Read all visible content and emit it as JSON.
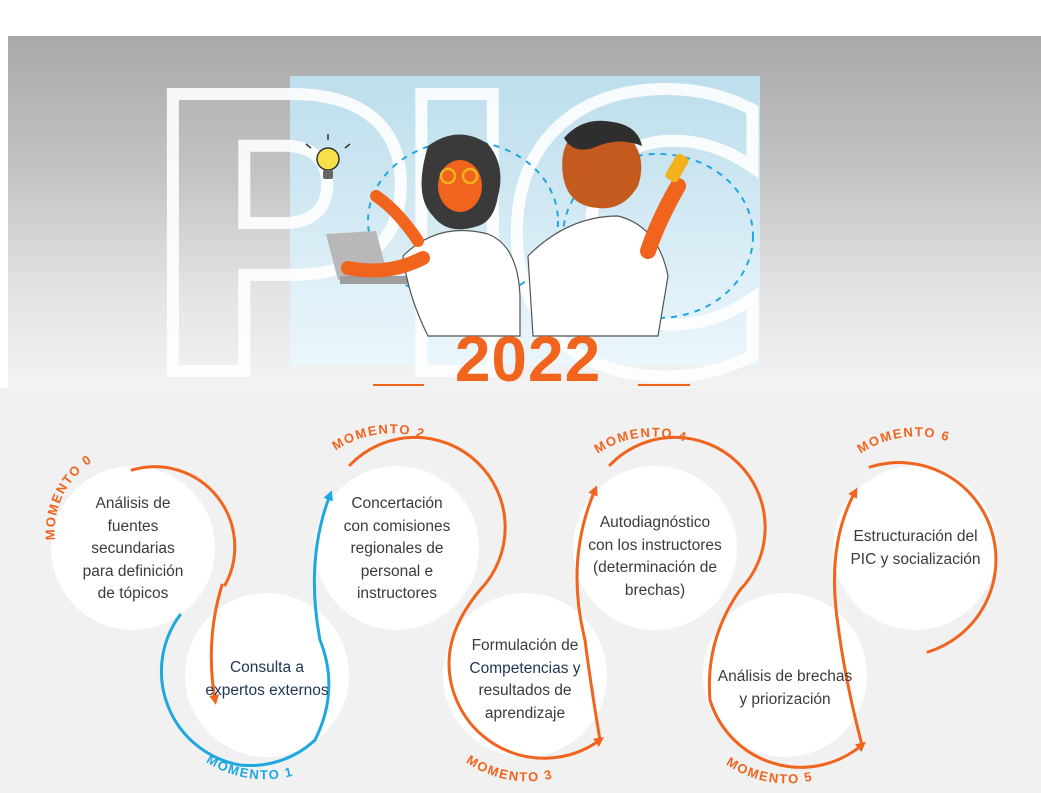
{
  "banner": {
    "watermark_text": "PIC",
    "year": "2022"
  },
  "colors": {
    "accent_orange": "#f0641e",
    "accent_blue": "#1fa8e0",
    "node_fill": "#ffffff",
    "text_dark": "#3b3b3b",
    "text_navy": "#1f3550"
  },
  "icons": [
    "lightbulb-icon",
    "laptop-icon",
    "arrow-head-icon"
  ],
  "moments": [
    {
      "label": "MOMENTO 0",
      "lines": [
        "Análisis de",
        "fuentes",
        "secundarias",
        "para definición",
        "de tópicos"
      ]
    },
    {
      "label": "MOMENTO 1",
      "lines": [
        "Consulta a",
        "expertos externos"
      ]
    },
    {
      "label": "MOMENTO 2",
      "lines": [
        "Concertación",
        "con comisiones",
        "regionales de",
        "personal e",
        "instructores"
      ]
    },
    {
      "label": "MOMENTO 3",
      "lines": [
        "Formulación de",
        "Competencias y",
        "resultados de",
        "aprendizaje"
      ]
    },
    {
      "label": "MOMENTO 4",
      "lines": [
        "Autodiagnóstico",
        "con los instructores",
        "(determinación de",
        "brechas)"
      ]
    },
    {
      "label": "MOMENTO 5",
      "lines": [
        "Análisis de brechas",
        "y priorización"
      ]
    },
    {
      "label": "MOMENTO 6",
      "lines": [
        "Estructuración del",
        "PIC y socialización"
      ]
    }
  ]
}
